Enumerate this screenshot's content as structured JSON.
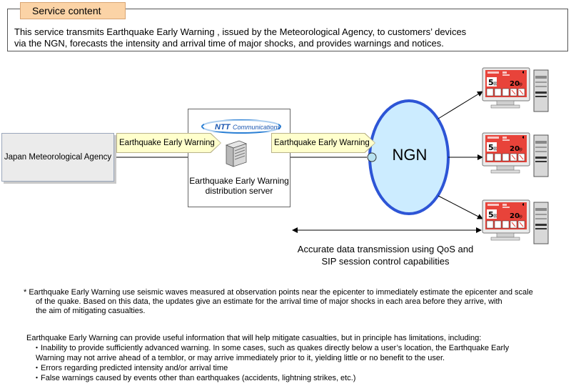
{
  "service": {
    "tab_label": "Service content",
    "lines": [
      "This service transmits Earthquake Early Warning , issued by the Meteorological Agency, to customers’ devices",
      "via the NGN, forecasts the intensity and arrival time of major shocks, and provides warnings and notices."
    ]
  },
  "diagram": {
    "source_label": "Japan Meteorological Agency",
    "arrow_label_1": "Earthquake Early Warning",
    "arrow_label_2": "Earthquake Early Warning",
    "logo_text": "NTT Communications",
    "server_caption_1": "Earthquake Early Warning",
    "server_caption_2": "distribution server",
    "network_label": "NGN",
    "qos_line_1": "Accurate data transmission using QoS and",
    "qos_line_2": "SIP session control capabilities",
    "terminal": {
      "intensity": "5",
      "intensity_suffix": "弱",
      "seconds": "20",
      "seconds_suffix": "秒"
    }
  },
  "notes": {
    "star_lines": [
      "* Earthquake Early Warning use seismic waves measured at observation points near the epicenter to immediately estimate the epicenter and scale",
      "of the quake. Based on this data, the updates give an estimate for the arrival time of major shocks in each area before they arrive, with",
      "the aim of mitigating casualties."
    ],
    "limits_intro": "Earthquake Early Warning can provide useful information that will help mitigate casualties, but in principle has limitations, including:",
    "limits": [
      "・Inability to provide sufficiently advanced warning. In some cases, such as quakes directly below a user’s location, the Earthquake Early",
      "Warning may not arrive ahead of a temblor, or may arrive immediately prior to it, yielding little or no benefit to the user.",
      "・Errors regarding predicted intensity and/or arrival time",
      "・False warnings caused by events other than earthquakes (accidents, lightning strikes, etc.)"
    ]
  },
  "colors": {
    "tab_fill": "#fbd3a6",
    "arrow_label_fill": "#ffffcc",
    "ngn_fill": "#ccecff",
    "ngn_stroke": "#2d55d6",
    "screen_red": "#e8433a",
    "jma_fill": "#ebebeb"
  }
}
